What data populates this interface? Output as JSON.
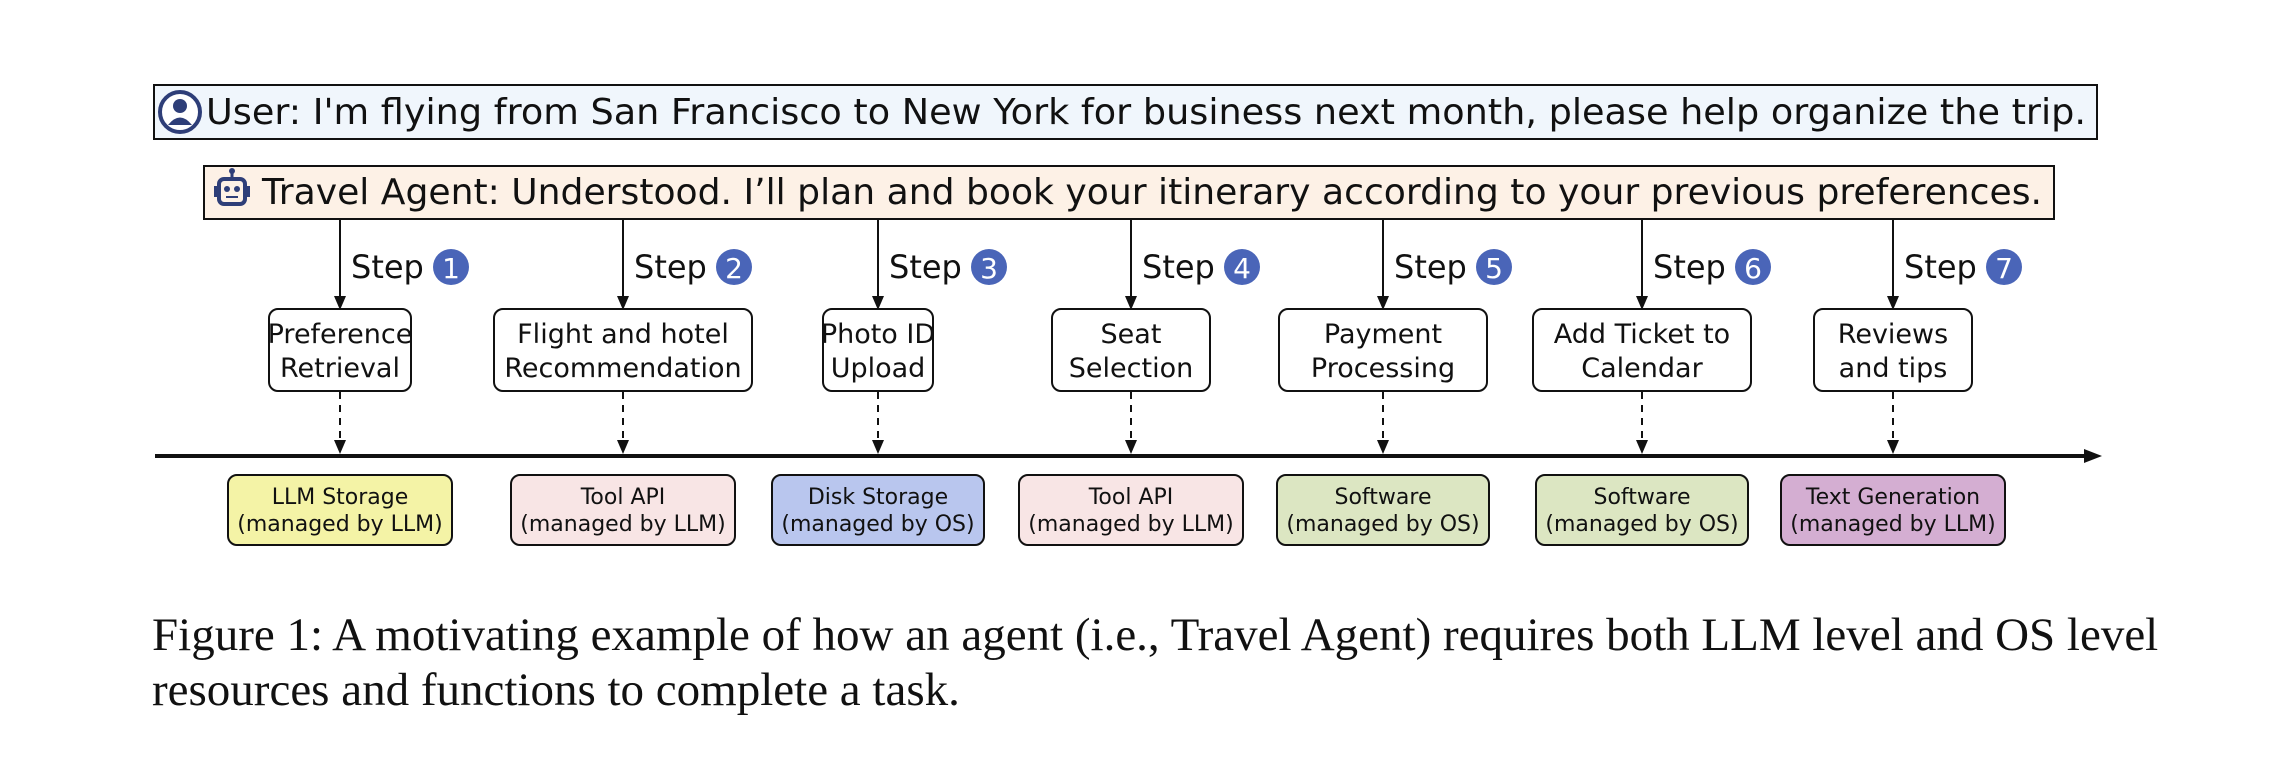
{
  "user_message": "User: I'm flying from San Francisco to New York for business next month, please help organize the trip.",
  "agent_message": "Travel Agent: Understood. I’ll plan and book your itinerary according to your previous preferences.",
  "step_word": "Step",
  "steps": [
    {
      "number": "1",
      "task": [
        "Preference",
        "Retrieval"
      ],
      "resource": [
        "LLM Storage",
        "(managed by LLM)"
      ],
      "color": "#f4f3a6"
    },
    {
      "number": "2",
      "task": [
        "Flight and hotel",
        "Recommendation"
      ],
      "resource": [
        "Tool API",
        "(managed by LLM)"
      ],
      "color": "#f8e5e5"
    },
    {
      "number": "3",
      "task": [
        "Photo ID",
        "Upload"
      ],
      "resource": [
        "Disk Storage",
        "(managed by OS)"
      ],
      "color": "#b9c6ee"
    },
    {
      "number": "4",
      "task": [
        "Seat",
        "Selection"
      ],
      "resource": [
        "Tool API",
        "(managed by LLM)"
      ],
      "color": "#f8e5e5"
    },
    {
      "number": "5",
      "task": [
        "Payment",
        "Processing"
      ],
      "resource": [
        "Software",
        "(managed by OS)"
      ],
      "color": "#dce6c2"
    },
    {
      "number": "6",
      "task": [
        "Add Ticket to",
        "Calendar"
      ],
      "resource": [
        "Software",
        "(managed by OS)"
      ],
      "color": "#dce6c2"
    },
    {
      "number": "7",
      "task": [
        "Reviews",
        "and tips"
      ],
      "resource": [
        "Text Generation",
        "(managed by LLM)"
      ],
      "color": "#d4aed2"
    }
  ],
  "caption": "Figure 1: A motivating example of how an agent (i.e., Travel Agent) requires both LLM level and OS level resources and functions to complete a task.",
  "colors": {
    "user_banner": "#f0f6fc",
    "agent_banner": "#fdf1e6",
    "step_badge": "#4a65b8",
    "user_icon": "#2e3e78",
    "agent_icon": "#2e3e78"
  },
  "icons": {
    "user": "user-avatar-icon",
    "agent": "robot-icon"
  }
}
